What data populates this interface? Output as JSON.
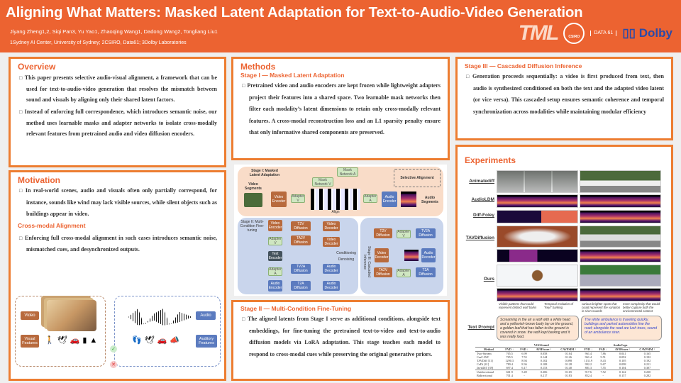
{
  "header": {
    "title": "Aligning What Matters: Masked Latent Adaptation for Text-to-Audio-Video Generation",
    "authors": "Jiyang Zheng1,2, Siqi Pan3, Yu Yao1, Zhaoqing Wang1, Dadong Wang2, Tongliang Liu1",
    "affiliations": "1Sydney AI Center, University of Sydney; 2CSIRO, Data61; 3Dolby Laboratories",
    "logos": {
      "tml": "TML",
      "csiro": "CSIRO",
      "data61": "DATA 61",
      "dolby": "Dolby"
    }
  },
  "overview": {
    "title": "Overview",
    "bullets": [
      "This paper presents selective audio-visual alignment, a framework that can be used for text-to-audio-video generation that resolves the mismatch between sound and visuals by aligning only their shared latent factors.",
      "Instead of enforcing full correspondence, which introduces semantic noise, our method uses learnable masks and adapter networks to isolate cross-modally relevant features from pretrained audio and video diffusion encoders."
    ]
  },
  "motivation": {
    "title": "Motivation",
    "bullet": "In real-world scenes, audio and visuals often only partially correspond, for instance, sounds like wind may lack visible sources, while silent objects such as buildings appear in video.",
    "subtitle": "Cross-modal Alignment",
    "bullet2": "Enforcing full cross-modal alignment in such cases introduces semantic noise, mismatched cues, and desynchronized outputs.",
    "figure": {
      "video": "Video",
      "visual_features": "Visual Features",
      "audio": "Audio",
      "auditory_features": "Auditory Features"
    }
  },
  "methods": {
    "title": "Methods",
    "stage1_title": "Stage I — Masked Latent Adaptation",
    "stage1_text": "Pretrained video and audio encoders are kept frozen while lightweight adapters project their features into a shared space. Two learnable mask networks then filter each modality’s latent dimensions to retain only cross-modally relevant features. A cross-modal reconstruction loss and an L1 sparsity penalty ensure that only informative shared components are preserved.",
    "stage2_title": "Stage II — Multi-Condition Fine-Tuning",
    "stage2_text": "The aligned latents from Stage I serve as additional conditions, alongside text embeddings, for fine-tuning the pretrained text-to-video and text-to-audio diffusion models via LoRA adaptation. This stage teaches each model to respond to cross-modal cues while preserving the original generative priors.",
    "stage3_title": "Stage III — Cascaded Diffusion Inference",
    "stage3_text": "Generation proceeds sequentially: a video is first produced from text, then audio is synthesized conditioned on both the text and the adapted video latent (or vice versa). This cascaded setup ensures semantic coherence and temporal synchronization across modalities while maintaining modular efficiency"
  },
  "diagram": {
    "s1": "Stage I: Masked Latent Adaptation",
    "video_segments": "Video Segments",
    "audio_segments": "Audio Segments",
    "video_encoder": "Video Encoder",
    "audio_encoder": "Audio Encoder",
    "adapter_v": "Adapter V",
    "adapter_a": "Adapter A",
    "mask_v": "Mask Network V",
    "mask_a": "Mask Network A",
    "align": "Align",
    "selective": "Selective Alignment",
    "s2": "Stage II: Multi-Condition Fine-tuning",
    "t2v": "T2V Diffusion",
    "ta2v": "TA2V Diffusion",
    "tv2a": "TV2A Diffusion",
    "t2a": "T2A Diffusion",
    "video_decoder": "Video Decoder",
    "audio_decoder": "Audio Decoder",
    "text_encoder": "Text Encoder",
    "conditioning": "Conditioning",
    "denoising": "Denoising",
    "s3": "Stage III: Cascaded Inference"
  },
  "experiments": {
    "title": "Experiments",
    "rows": [
      "Animatediff",
      "AudioLDM",
      "Diff-Foley",
      "TAVDiffusion",
      "Ours"
    ],
    "annotations": [
      "Visible patterns that could represent distinct wolf barks",
      "Temporal evolution of \"keyi\" barking",
      "various brighter spots that could represent the variation in siren sounds",
      "more complexity that would better capture both the environmental context"
    ],
    "prompt_label": "Text Prompt",
    "prompts": [
      "Screaming in the air a wolf with a white head and a yellowish-brown body lay on the ground, a golden leaf that has fallen to the ground is covered in snow. the wolf kept barking and it was really loud.",
      "The white ambulance is traveling quickly, buildings and parked automobiles line the road; alongside the road are lush trees, sound of an ambulance siren."
    ],
    "table": {
      "groups": [
        "VGGSound",
        "AudioCaps"
      ],
      "headers": [
        "Method",
        "FVD ↓",
        "FAD ↓",
        "AVHScore ↑",
        "CAVPSIM ↑",
        "FVD ↓",
        "FAD ↓",
        "AVHScore ↑",
        "CAVPSIM ↑"
      ],
      "rows": [
        [
          "Two-Stream",
          "765.5",
          "6.99",
          "0.058",
          "0.104",
          "961.4",
          "7.86",
          "0.041",
          "0.165"
        ],
        [
          "CasC-DiT",
          "765.5",
          "7.55",
          "0.144",
          "0.126",
          "961.4",
          "9.51",
          "0.092",
          "0.192"
        ],
        [
          "TAVDiff [31]",
          "1290.3",
          "8.94",
          "0.102",
          "0.098",
          "1131.9",
          "8.43",
          "0.105",
          "0.192"
        ],
        [
          "CoDi [41]",
          "789.4",
          "8.36",
          "0.108",
          "0.128",
          "992.2",
          "9.67",
          "0.098",
          "0.211"
        ],
        [
          "JavisDiT [39]",
          "697.4",
          "6.17",
          "0.153",
          "0.140",
          "881.3",
          "7.55",
          "0.104",
          "0.307"
        ],
        [
          "Unidirectional",
          "661.9",
          "5.49",
          "0.206",
          "0.165",
          "917.6",
          "7.52",
          "0.142",
          "0.230"
        ],
        [
          "Bidirectional",
          "701.4",
          "-",
          "0.217",
          "0.183",
          "852.4",
          "-",
          "0.157",
          "0.282"
        ]
      ]
    }
  },
  "colors": {
    "accent": "#ec6331",
    "border": "#ed7d31"
  }
}
